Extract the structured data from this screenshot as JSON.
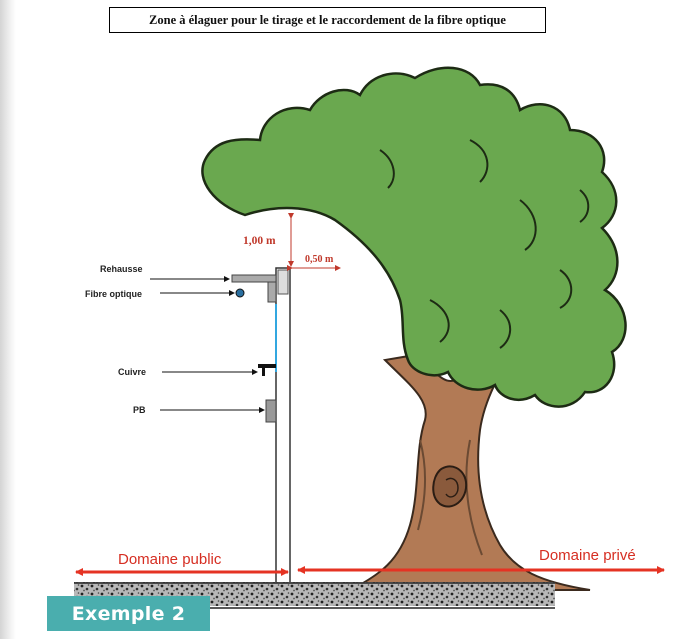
{
  "title": "Zone à élaguer pour le tirage et le raccordement de la fibre optique",
  "dimensions": {
    "vertical": "1,00 m",
    "horizontal": "0,50 m"
  },
  "labels": {
    "rehausse": "Rehausse",
    "fibre_optique": "Fibre optique",
    "cuivre": "Cuivre",
    "pb": "PB"
  },
  "domains": {
    "public": "Domaine public",
    "prive": "Domaine privé"
  },
  "badge": "Exemple 2",
  "colors": {
    "dimension_red": "#c0392b",
    "domain_arrow_red": "#e53323",
    "foliage_green": "#6aa84f",
    "trunk_brown": "#b27a55",
    "fibre_blue": "#33a7e0",
    "badge_teal": "#4aaeae"
  }
}
